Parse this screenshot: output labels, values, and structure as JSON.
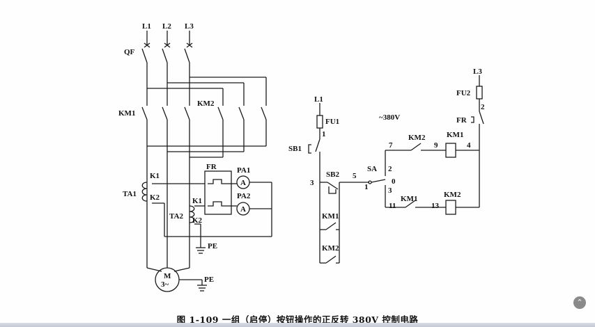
{
  "diagram": {
    "labels": {
      "L1": "L1",
      "L2": "L2",
      "L3": "L3",
      "QF": "QF",
      "KM1": "KM1",
      "KM2": "KM2",
      "K1": "K1",
      "K2": "K2",
      "TA1": "TA1",
      "TA2": "TA2",
      "FR": "FR",
      "PA1": "PA1",
      "PA2": "PA2",
      "A": "A",
      "PE": "PE",
      "M": "M",
      "motor_phase": "3~",
      "ctrl_L1": "L1",
      "FU1": "FU1",
      "n1": "1",
      "SB1": "SB1",
      "SB2": "SB2",
      "n3": "3",
      "n5": "5",
      "ctrl_KM1": "KM1",
      "ctrl_KM2": "KM2",
      "voltage": "~380V",
      "n7": "7",
      "n9": "9",
      "n4": "4",
      "SA": "SA",
      "n2": "2",
      "n0": "0",
      "n1b": "1",
      "n3b": "3",
      "n11": "11",
      "n13": "13",
      "ctrl_L3": "L3",
      "FU2": "FU2",
      "FR2": "FR",
      "n2b": "2"
    },
    "caption": "图 1-109 一组（启停）按钮操作的正反转 380V 控制电路"
  },
  "ui": {
    "scroll_top_icon": "chevron-up-icon",
    "scroll_top_glyph": "⌃"
  }
}
